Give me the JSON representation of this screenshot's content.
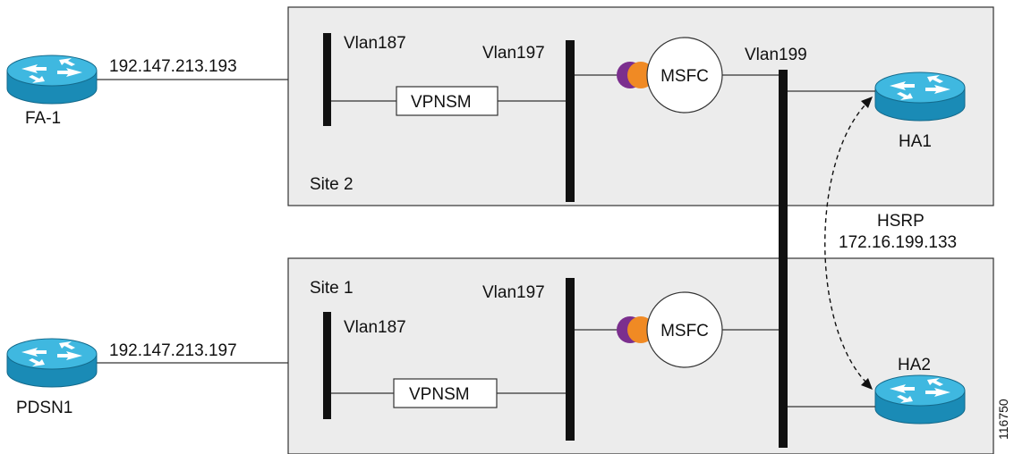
{
  "sites": {
    "site2": {
      "label": "Site 2"
    },
    "site1": {
      "label": "Site 1"
    }
  },
  "devices": {
    "fa1": {
      "label": "FA-1",
      "ip": "192.147.213.193"
    },
    "pdsn1": {
      "label": "PDSN1",
      "ip": "192.147.213.197"
    },
    "ha1": {
      "label": "HA1"
    },
    "ha2": {
      "label": "HA2"
    }
  },
  "vlans": {
    "site2_vlan187": "Vlan187",
    "site2_vlan197": "Vlan197",
    "vlan199": "Vlan199",
    "site1_vlan187": "Vlan187",
    "site1_vlan197": "Vlan197"
  },
  "modules": {
    "site2_vpnsm": "VPNSM",
    "site1_vpnsm": "VPNSM",
    "site2_msfc": "MSFC",
    "site1_msfc": "MSFC"
  },
  "hsrp": {
    "label": "HSRP",
    "ip": "172.16.199.133"
  },
  "figure_id": "116750",
  "colors": {
    "router_body": "#1f9ec9",
    "router_top": "#3fb8e0",
    "badge_purple": "#7b2f8e",
    "badge_orange": "#f08a24",
    "site_fill": "#ececec"
  }
}
